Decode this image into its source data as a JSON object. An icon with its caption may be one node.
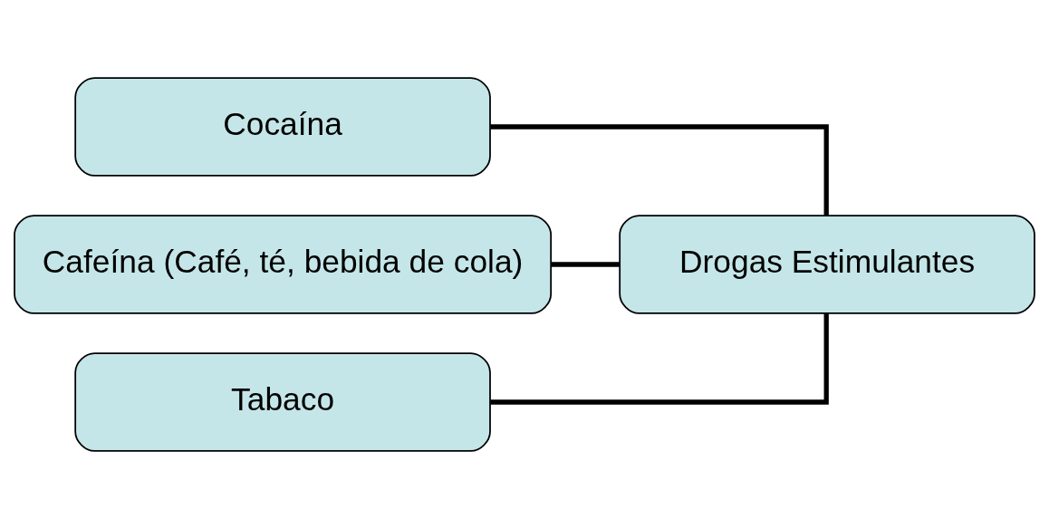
{
  "diagram": {
    "nodes": [
      {
        "text": [
          "Drogas Estimulantes"
        ]
      },
      {
        "text": [
          "Cocaína"
        ]
      },
      {
        "text": [
          "Cafeína (Café, té, bebida de cola)"
        ]
      },
      {
        "text": [
          "Tabaco"
        ]
      }
    ],
    "edges": [
      {
        "from": 0,
        "to": 1,
        "arrow": "none"
      },
      {
        "from": 0,
        "to": 2,
        "arrow": "none"
      },
      {
        "from": 0,
        "to": 3,
        "arrow": "none"
      }
    ]
  }
}
